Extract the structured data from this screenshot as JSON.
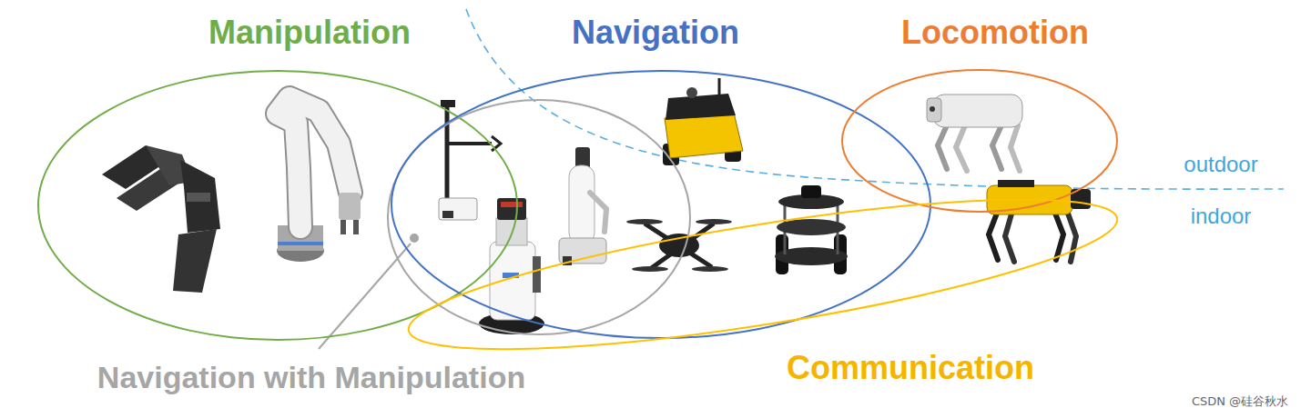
{
  "diagram": {
    "nodes": [
      {
        "text": [
          "Manipulation"
        ]
      },
      {
        "text": [
          "Navigation with Manipulation"
        ]
      },
      {
        "text": [
          "Navigation"
        ]
      },
      {
        "text": [
          "Locomotion"
        ]
      },
      {
        "text": [
          "Communication"
        ]
      }
    ],
    "labels": [
      "outdoor",
      "indoor",
      "CSDN @硅谷秋水"
    ]
  }
}
